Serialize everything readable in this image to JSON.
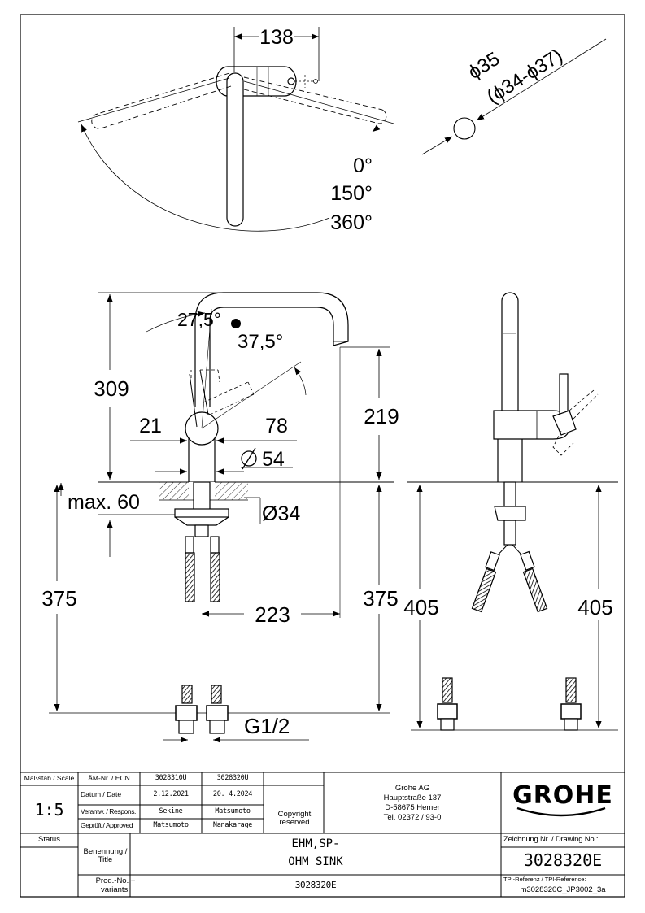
{
  "dimensions": {
    "top_width": "138",
    "diameter_main": "ϕ35",
    "diameter_range": "(ϕ34-ϕ37)",
    "angle_0": "0°",
    "angle_150": "150°",
    "angle_360": "360°",
    "angle_27_5": "27,5°",
    "angle_37_5": "37,5°",
    "height_309": "309",
    "height_219": "219",
    "dim_21": "21",
    "dim_78": "78",
    "dim_54": "54",
    "max_60": "max. 60",
    "dia_34": "Ø34",
    "hose_375_left": "375",
    "hose_375_right": "375",
    "reach_223": "223",
    "thread": "G1/2",
    "side_405_left": "405",
    "side_405_right": "405"
  },
  "title_block": {
    "scale_label": "Maßstab / Scale",
    "scale_value": "1:5",
    "ecn_label": "ÄM-Nr. / ECN",
    "ecn_1": "3028310U",
    "ecn_2": "3028320U",
    "date_label": "Datum / Date",
    "date_1": "2.12.2021",
    "date_2": "20. 4.2024",
    "resp_label": "Verantw. / Respons.",
    "resp_1": "Sekine",
    "resp_2": "Matsumoto",
    "approved_label": "Geprüft / Approved",
    "approved_1": "Matsumoto",
    "approved_2": "Nanakarage",
    "copyright": "Copyright reserved",
    "company_name": "Grohe AG",
    "company_street": "Hauptstraße 137",
    "company_city": "D-58675 Hemer",
    "company_tel": "Tel. 02372 / 93-0",
    "logo_text": "GROHE",
    "status_label": "Status",
    "title_label": "Benennung / Title",
    "title_line1": "EHM,SP-",
    "title_line2": "OHM SINK",
    "drawing_no_label": "Zeichnung Nr. / Drawing No.:",
    "drawing_no": "3028320E",
    "prod_label": "Prod.-No. + variants:",
    "prod_no": "3028320E",
    "tpi_label": "TPI-Referenz / TPI-Reference:",
    "tpi_value": "m3028320C_JP3002_3a"
  }
}
